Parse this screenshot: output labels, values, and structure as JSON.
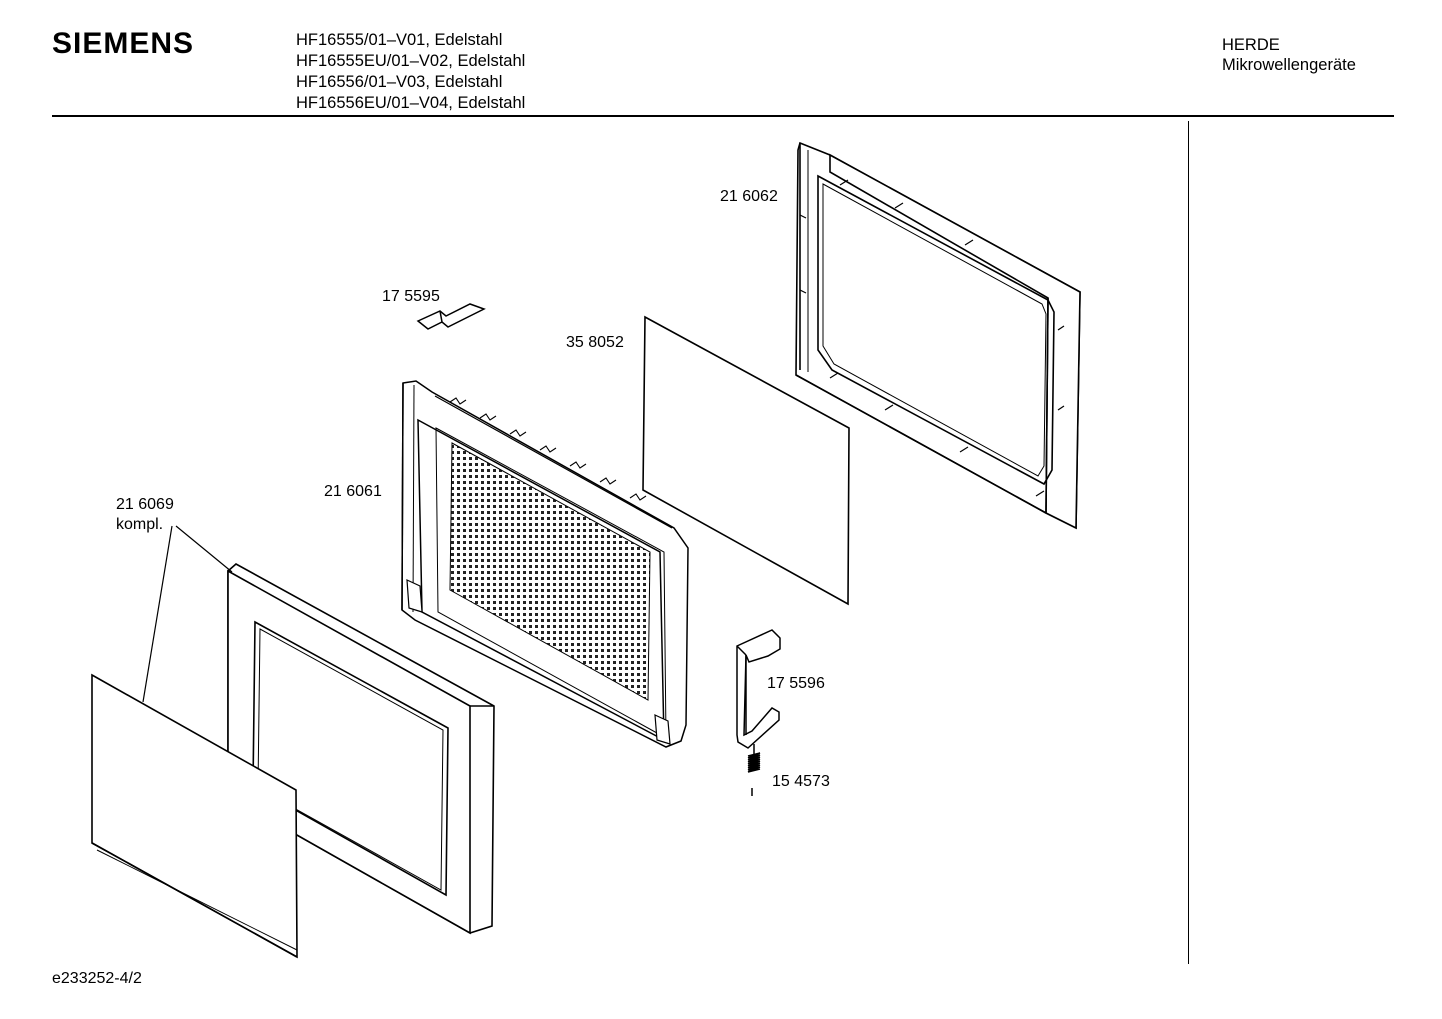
{
  "header": {
    "brand": "SIEMENS",
    "models": [
      "HF16555/01–V01, Edelstahl",
      "HF16555EU/01–V02, Edelstahl",
      "HF16556/01–V03, Edelstahl",
      "HF16556EU/01–V04, Edelstahl"
    ],
    "category_line1": "HERDE",
    "category_line2": "Mikrowellengeräte"
  },
  "parts": {
    "outer_frame": "21 6062",
    "bracket_small": "17 5595",
    "glass_pane": "35 8052",
    "inner_frame": "21 6061",
    "door_complete": "21 6069",
    "door_complete_note": "kompl.",
    "hinge_bracket": "17 5596",
    "spring": "15 4573"
  },
  "footer": {
    "drawing_id": "e233252-4/2"
  }
}
